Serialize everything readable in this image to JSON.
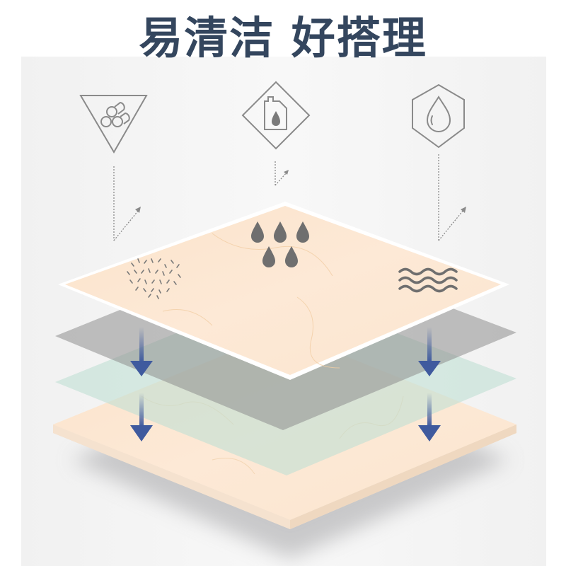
{
  "header": {
    "title": "易清洁 好搭理"
  },
  "icons": [
    {
      "name": "logs-stain-icon",
      "shape": "inverted-triangle",
      "depicts": "stacked logs"
    },
    {
      "name": "oil-stain-icon",
      "shape": "diamond",
      "depicts": "oil canister with drop"
    },
    {
      "name": "water-stain-icon",
      "shape": "hexagon",
      "depicts": "water drop"
    }
  ],
  "surface_marks": [
    {
      "name": "dust-particles-icon"
    },
    {
      "name": "water-drops-icon",
      "count": 5
    },
    {
      "name": "waves-icon",
      "lines": 3
    }
  ],
  "layers": [
    {
      "name": "top-tile-surface",
      "color": "#fce6d0"
    },
    {
      "name": "gray-protective-layer",
      "color": "#a9a9a9"
    },
    {
      "name": "green-protective-layer",
      "color": "#cfe5dc"
    },
    {
      "name": "base-tile",
      "color": "#f9e3cc"
    }
  ],
  "colors": {
    "title": "#34465e",
    "arrow": "#3f5a9e",
    "icon_stroke": "#8a8a8a",
    "mark_fill": "#6f6f6f",
    "panel": "#f3f3f3"
  }
}
